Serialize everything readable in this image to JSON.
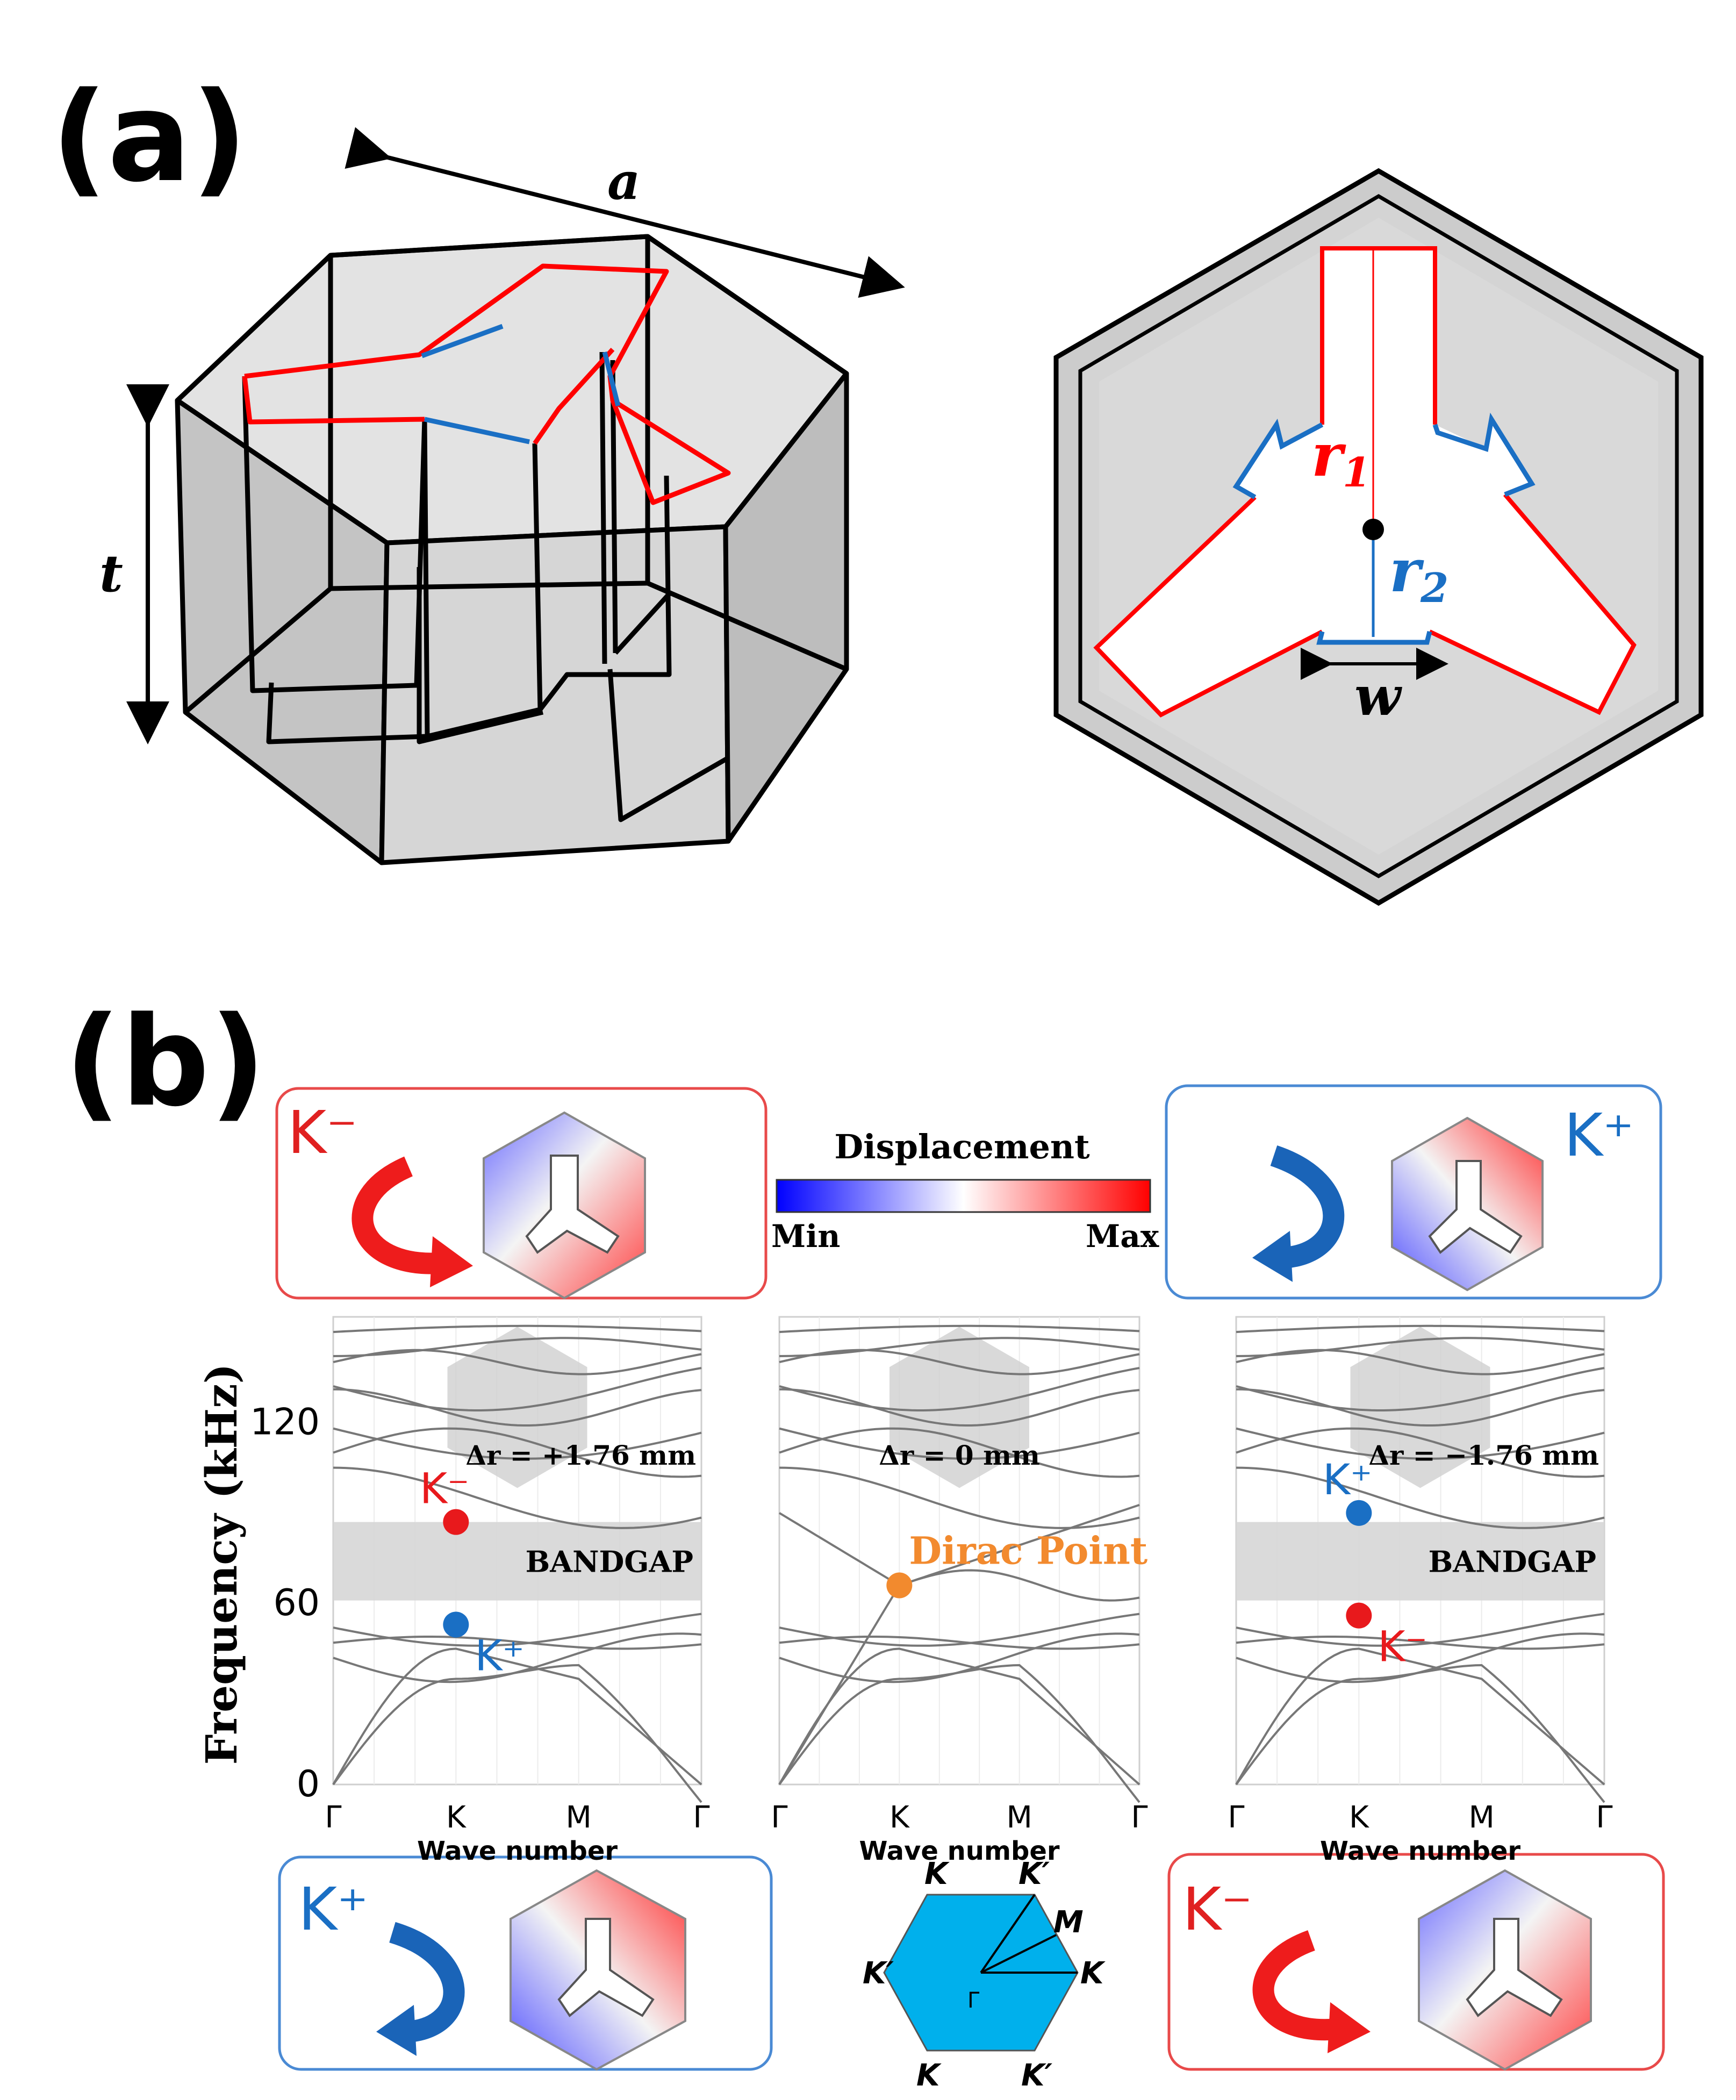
{
  "panel_a": {
    "label": "(a)",
    "dim_a": "a",
    "dim_t": "t",
    "r1": "r",
    "r1_sub": "1",
    "r2": "r",
    "r2_sub": "2",
    "w": "w"
  },
  "panel_b": {
    "label": "(b)",
    "colorbar": {
      "title": "Displacement",
      "min": "Min",
      "max": "Max",
      "colors": [
        "#0000ff",
        "#ffffff",
        "#ff0000"
      ]
    },
    "ylabel": "Frequency (kHz)",
    "yticks": [
      "120",
      "60",
      "0"
    ],
    "xlabel": "Wave number",
    "xticks": [
      "Γ",
      "K",
      "M",
      "Γ"
    ],
    "mode_boxes": {
      "top_left": "K⁻",
      "top_right": "K⁺",
      "bottom_left": "K⁺",
      "bottom_right": "K⁻"
    },
    "plot_left": {
      "delta": "Δr = +1.76 mm",
      "bandgap": "BANDGAP",
      "upper": "K⁻",
      "lower": "K⁺"
    },
    "plot_mid": {
      "delta": "Δr = 0 mm",
      "dirac": "Dirac Point"
    },
    "plot_right": {
      "delta": "Δr = −1.76 mm",
      "bandgap": "BANDGAP",
      "upper": "K⁺",
      "lower": "K⁻"
    },
    "brillouin": {
      "K_top": "K",
      "Kp_top": "K′",
      "M": "M",
      "Kp_left": "K′",
      "K_right": "K",
      "Gamma": "Γ",
      "K_bottom": "K",
      "Kp_bottom": "K′"
    }
  },
  "chart_data": [
    {
      "type": "line",
      "title": "Δr = +1.76 mm",
      "xlabel": "Wave number",
      "ylabel": "Frequency (kHz)",
      "xticks": [
        "Γ",
        "K",
        "M",
        "Γ"
      ],
      "ylim": [
        0,
        155
      ],
      "bandgap": [
        61,
        87
      ],
      "points": [
        {
          "name": "K⁻",
          "x": "K",
          "y": 87
        },
        {
          "name": "K⁺",
          "x": "K",
          "y": 53
        }
      ]
    },
    {
      "type": "line",
      "title": "Δr = 0 mm",
      "xlabel": "Wave number",
      "xticks": [
        "Γ",
        "K",
        "M",
        "Γ"
      ],
      "ylim": [
        0,
        155
      ],
      "points": [
        {
          "name": "Dirac Point",
          "x": "K",
          "y": 66
        }
      ]
    },
    {
      "type": "line",
      "title": "Δr = −1.76 mm",
      "xlabel": "Wave number",
      "xticks": [
        "Γ",
        "K",
        "M",
        "Γ"
      ],
      "ylim": [
        0,
        155
      ],
      "bandgap": [
        61,
        87
      ],
      "points": [
        {
          "name": "K⁺",
          "x": "K",
          "y": 90
        },
        {
          "name": "K⁻",
          "x": "K",
          "y": 56
        }
      ]
    }
  ]
}
